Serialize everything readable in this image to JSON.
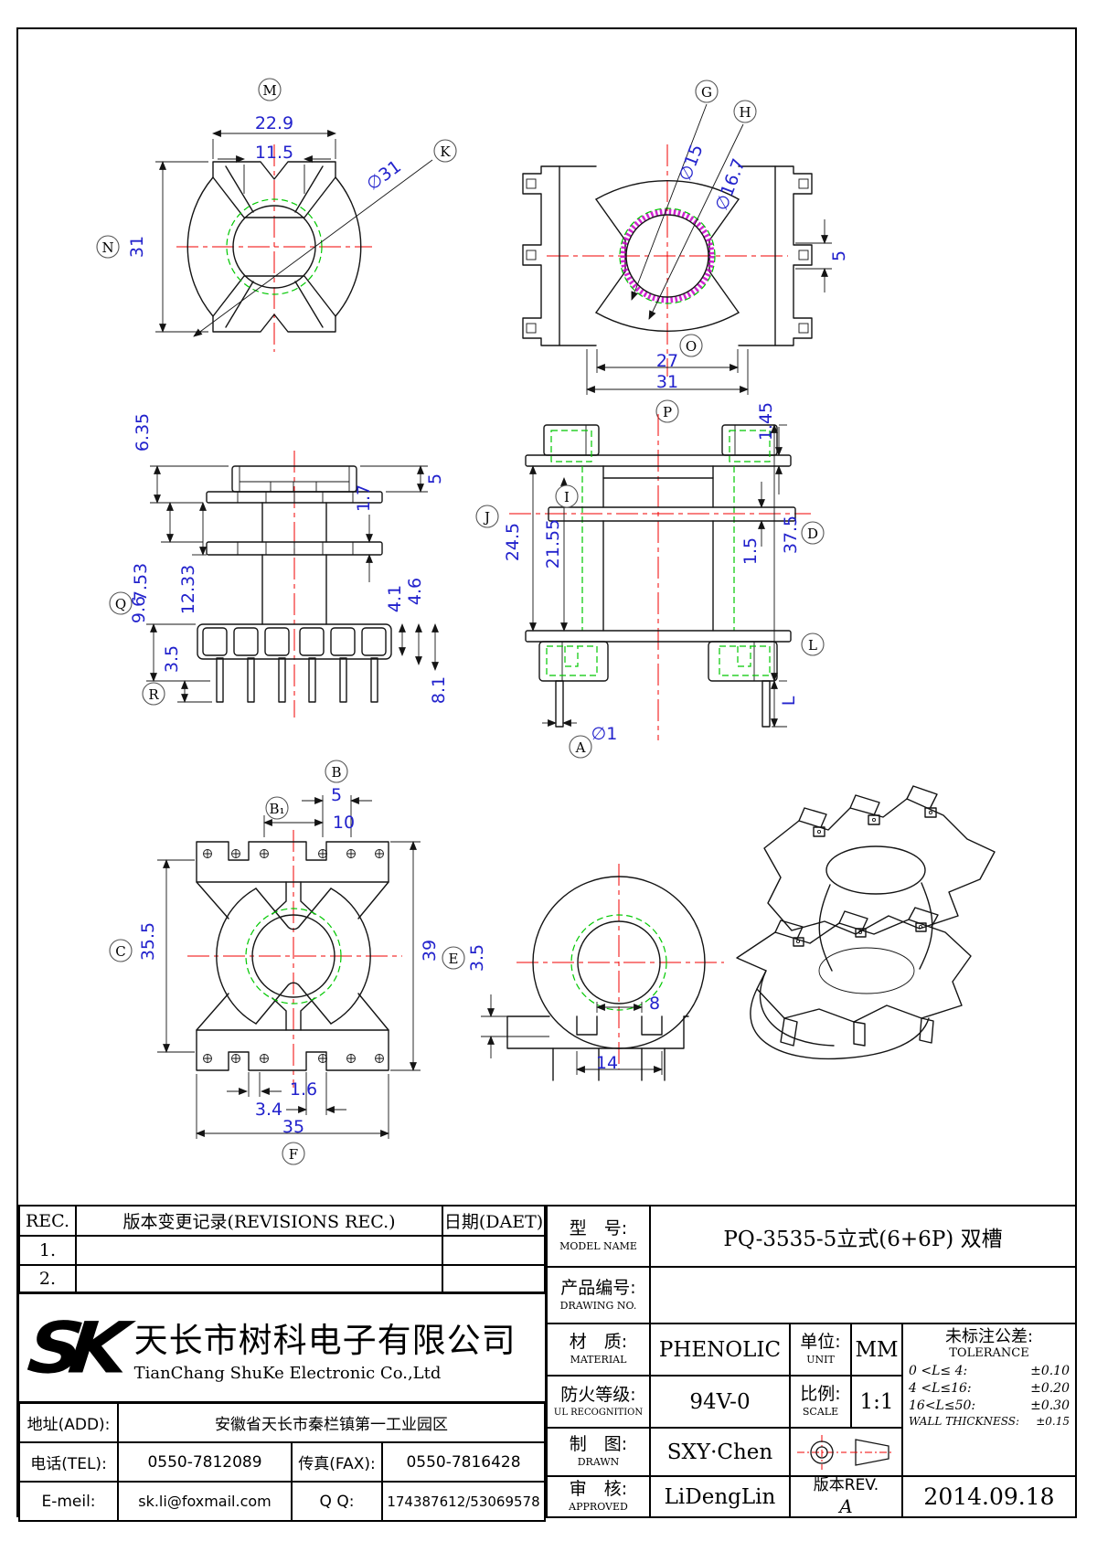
{
  "views": {
    "v1": {
      "balloon_m": "M",
      "dim_229": "22.9",
      "dim_115": "11.5",
      "balloon_k": "K",
      "dim_d31": "∅31",
      "balloon_n": "N",
      "dim_31": "31"
    },
    "v2": {
      "balloon_g": "G",
      "dim_d15": "∅15",
      "balloon_h": "H",
      "dim_d167": "∅16.7",
      "dim_5": "5",
      "balloon_o": "O",
      "dim_27": "27",
      "dim_31": "31",
      "balloon_p": "P"
    },
    "v3": {
      "dim_635": "6.35",
      "dim_5": "5",
      "dim_753": "7.53",
      "dim_1233": "12.33",
      "dim_17": "1.7",
      "dim_41": "4.1",
      "dim_46": "4.6",
      "balloon_q": "Q",
      "dim_96": "9.6",
      "dim_35": "3.5",
      "balloon_r": "R",
      "dim_81": "8.1"
    },
    "v4": {
      "dim_145": "1.45",
      "balloon_i": "I",
      "balloon_j": "J",
      "dim_245": "24.5",
      "dim_2155": "21.55",
      "dim_15": "1.5",
      "balloon_d": "D",
      "dim_375": "37.5",
      "dim_l": "L",
      "balloon_l": "L",
      "balloon_a": "A",
      "dim_d1": "∅1"
    },
    "v5": {
      "balloon_b": "B",
      "dim_5": "5",
      "balloon_b1": "B₁",
      "dim_10": "10",
      "balloon_c": "C",
      "dim_355": "35.5",
      "balloon_e": "E",
      "dim_39": "39",
      "dim_16": "1.6",
      "dim_34": "3.4",
      "dim_35": "35",
      "balloon_f": "F"
    },
    "v6": {
      "dim_35": "3.5",
      "dim_8": "8",
      "dim_14": "14"
    }
  },
  "rec_table": {
    "col_rec": "REC.",
    "col_desc": "版本变更记录(REVISIONS REC.)",
    "col_date": "日期(DAET)",
    "rows": [
      "1.",
      "2."
    ]
  },
  "company": {
    "logo": "SK",
    "name_cn": "天长市树科电子有限公司",
    "name_en": "TianChang ShuKe Electronic Co.,Ltd",
    "addr_label": "地址(ADD):",
    "addr": "安徽省天长市秦栏镇第一工业园区",
    "tel_label": "电话(TEL):",
    "tel": "0550-7812089",
    "fax_label": "传真(FAX):",
    "fax": "0550-7816428",
    "email_label": "E-meil:",
    "email": "sk.li@foxmail.com",
    "qq_label": "Q Q:",
    "qq": "174387612/53069578"
  },
  "title_block": {
    "model_label": "型　号:",
    "model_label_en": "MODEL NAME",
    "model_value": "PQ-3535-5立式(6+6P) 双槽",
    "drawing_no_label": "产品编号:",
    "drawing_no_label_en": "DRAWING NO.",
    "drawing_no_value": "",
    "material_label": "材　质:",
    "material_label_en": "MATERIAL",
    "material_value": "PHENOLIC",
    "unit_label": "单位:",
    "unit_label_en": "UNIT",
    "unit_value": "MM",
    "fire_label": "防火等级:",
    "fire_label_en": "UL RECOGNITION",
    "fire_value": "94V-0",
    "scale_label": "比例:",
    "scale_label_en": "SCALE",
    "scale_value": "1:1",
    "tol_title": "未标注公差:",
    "tol_title_en": "TOLERANCE",
    "tol_rows": [
      {
        "range": "0 <L≤ 4:",
        "value": "±0.10"
      },
      {
        "range": "4 <L≤16:",
        "value": "±0.20"
      },
      {
        "range": "16<L≤50:",
        "value": "±0.30"
      },
      {
        "range": "WALL THICKNESS:",
        "value": "±0.15"
      }
    ],
    "drawn_label": "制　图:",
    "drawn_label_en": "DRAWN",
    "drawn_value": "SXY·Chen",
    "approved_label": "审　核:",
    "approved_label_en": "APPROVED",
    "approved_value": "LiDengLin",
    "rev_label": "版本REV.",
    "rev_value": "A",
    "date_value": "2014.09.18"
  }
}
